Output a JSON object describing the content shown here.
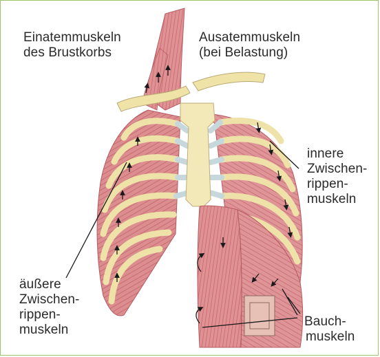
{
  "labels": {
    "inhale": [
      "Einatemmuskeln",
      "des Brustkorbs"
    ],
    "exhale": [
      "Ausatemmuskeln",
      "(bei Belastung)"
    ],
    "internal_intercostals": [
      "innere",
      "Zwischen-",
      "rippen-",
      "muskeln"
    ],
    "external_intercostals": [
      "äußere",
      "Zwischen-",
      "rippen-",
      "muskeln"
    ],
    "abdominal": [
      "Bauch-",
      "muskeln"
    ]
  },
  "colors": {
    "frame": "#9bc36a",
    "muscle": "#d9888a",
    "muscle_dark": "#b8585e",
    "bone": "#f2e7b5",
    "cartilage": "#c9d9de",
    "text": "#2a2a2a"
  }
}
